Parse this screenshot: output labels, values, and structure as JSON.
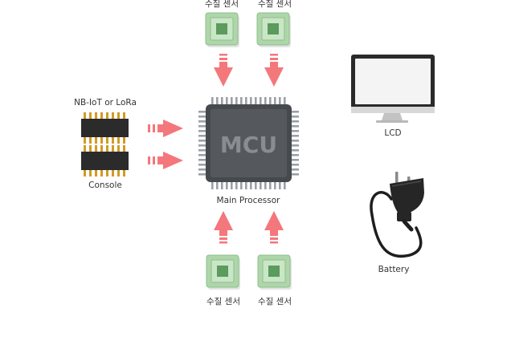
{
  "colors": {
    "arrow": "#f4777b",
    "chip_body": "#46494d",
    "chip_core": "#55595e",
    "chip_text": "#898d93",
    "pin": "#9aa0a6",
    "sensor_frame": "#aed6aa",
    "sensor_core": "#5b9b5e",
    "connector_body": "#2b2b2b",
    "connector_pin": "#d29a24",
    "monitor_bezel": "#2a2a2a",
    "monitor_screen": "#f4f4f4",
    "cable": "#1e1e1e"
  },
  "labels": {
    "sensor_top_left": "수질 센서",
    "sensor_top_right": "수질 센서",
    "sensor_bottom_left": "수질 센서",
    "sensor_bottom_right": "수질 센서",
    "comm_module": "NB-IoT or LoRa",
    "console": "Console",
    "mcu_chip": "MCU",
    "main_processor": "Main Processor",
    "lcd": "LCD",
    "battery": "Battery"
  }
}
